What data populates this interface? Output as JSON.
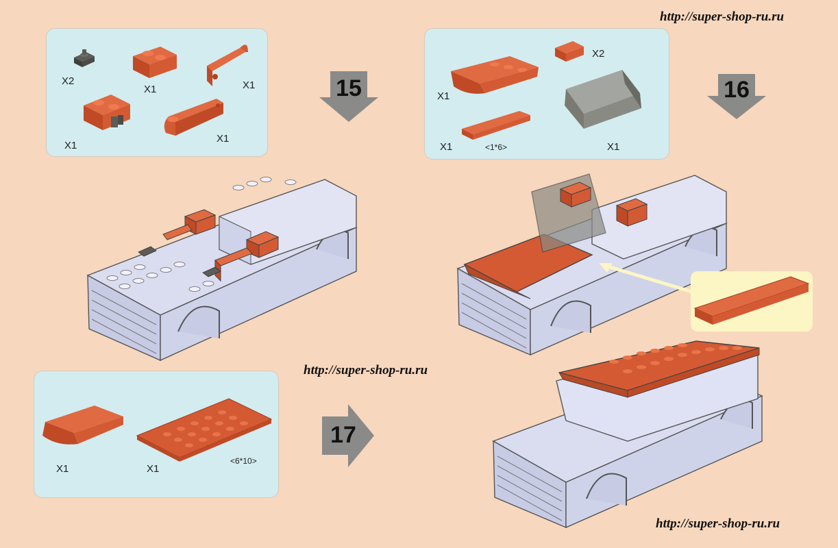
{
  "watermarks": [
    "http://super-shop-ru.ru",
    "http://super-shop-ru.ru",
    "http://super-shop-ru.ru"
  ],
  "steps": [
    {
      "number": "15",
      "quantities": [
        "X2",
        "X1",
        "X1",
        "X1",
        "X1"
      ]
    },
    {
      "number": "16",
      "quantities": [
        "X2",
        "X1",
        "X1",
        "X1"
      ],
      "dimension": "<1*6>"
    },
    {
      "number": "17",
      "quantities": [
        "X1",
        "X1"
      ],
      "dimension": "<6*10>"
    }
  ],
  "colors": {
    "page_background": "#f7d7bd",
    "panel": "#d3ecef",
    "brick_red": "#d45a34",
    "brick_gray": "#5c5c58",
    "model_body": "#d8dcef",
    "arrow_gray": "#8a8a88",
    "callout": "#fbf6c4"
  }
}
